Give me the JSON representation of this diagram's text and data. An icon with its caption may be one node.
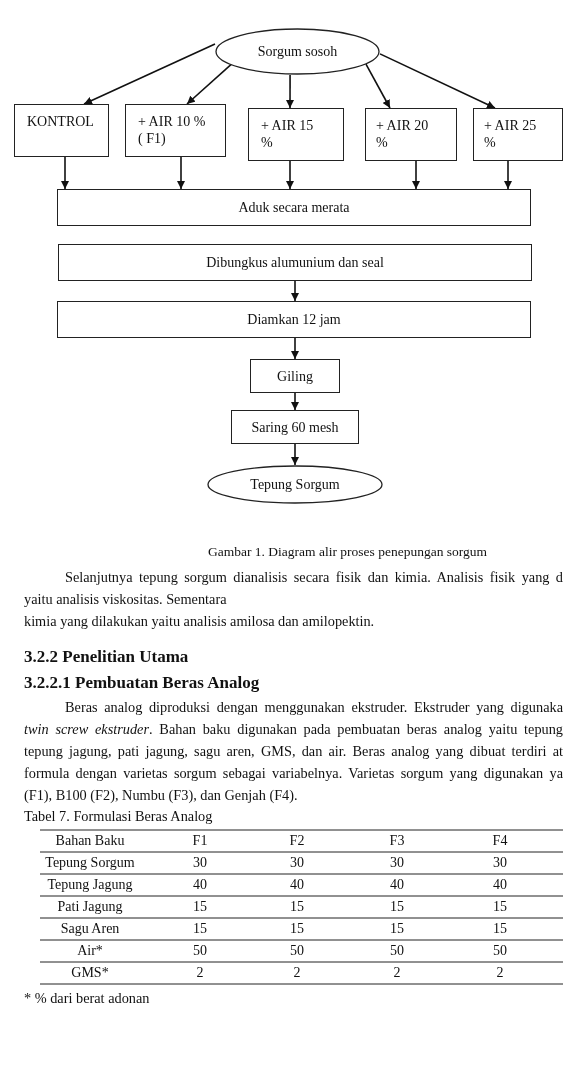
{
  "diagram": {
    "caption": "Gambar 1. Diagram alir proses penepungan sorgum",
    "nodes": [
      {
        "text": [
          "Sorgum sosoh"
        ]
      },
      {
        "text": [
          "KONTROL"
        ]
      },
      {
        "text": [
          "+ AIR 10 % ( F1)"
        ]
      },
      {
        "text": [
          "+ AIR 15 %"
        ]
      },
      {
        "text": [
          "+ AIR 20 %"
        ]
      },
      {
        "text": [
          "+ AIR 25 %"
        ]
      },
      {
        "text": [
          "Aduk secara merata"
        ]
      },
      {
        "text": [
          "Dibungkus alumunium dan seal"
        ]
      },
      {
        "text": [
          "Diamkan 12 jam"
        ]
      },
      {
        "text": [
          "Giling"
        ]
      },
      {
        "text": [
          "Saring 60 mesh"
        ]
      },
      {
        "text": [
          "Tepung Sorgum"
        ]
      }
    ],
    "edges": [
      {
        "from": 0,
        "to": 1,
        "arrow": "to"
      },
      {
        "from": 0,
        "to": 2,
        "arrow": "to"
      },
      {
        "from": 0,
        "to": 3,
        "arrow": "to"
      },
      {
        "from": 0,
        "to": 4,
        "arrow": "to"
      },
      {
        "from": 0,
        "to": 5,
        "arrow": "to"
      },
      {
        "from": 1,
        "to": 6,
        "arrow": "to"
      },
      {
        "from": 2,
        "to": 6,
        "arrow": "to"
      },
      {
        "from": 3,
        "to": 6,
        "arrow": "to"
      },
      {
        "from": 4,
        "to": 6,
        "arrow": "to"
      },
      {
        "from": 5,
        "to": 6,
        "arrow": "to"
      },
      {
        "from": 7,
        "to": 8,
        "arrow": "to"
      },
      {
        "from": 8,
        "to": 9,
        "arrow": "to"
      },
      {
        "from": 9,
        "to": 10,
        "arrow": "to"
      },
      {
        "from": 10,
        "to": 11,
        "arrow": "to"
      }
    ],
    "labels": [
      "Selanjutnya tepung sorgum dianalisis secara fisik dan kimia. Analisis fisik yang d",
      "yaitu analisis viskositas. Sementara",
      "kimia yang dilakukan yaitu analisis amilosa dan amilopektin.",
      "3.2.2 Penelitian Utama",
      "3.2.2.1 Pembuatan Beras Analog",
      "Beras analog diproduksi dengan menggunakan ekstruder. Ekstruder yang digunaka",
      "*twin screw ekstruder*. Bahan baku digunakan pada pembuatan beras analog yaitu tepung",
      "tepung jagung, pati jagung, sagu aren, GMS, dan air. Beras analog yang dibuat terdiri at",
      "formula dengan varietas sorgum sebagai variabelnya. Varietas sorgum yang digunakan ya",
      "(F1), B100 (F2), Numbu (F3), dan Genjah (F4).",
      "Tabel 7. Formulasi Beras Analog",
      "Bahan Baku",
      "F1",
      "F2",
      "F3",
      "F4",
      "Tepung Sorgum",
      "30",
      "30",
      "30",
      "30",
      "Tepung Jagung",
      "40",
      "40",
      "40",
      "40",
      "Pati Jagung",
      "15",
      "15",
      "15",
      "15",
      "Sagu Aren",
      "15",
      "15",
      "15",
      "15",
      "Air*",
      "50",
      "50",
      "50",
      "50",
      "GMS*",
      "2",
      "2",
      "2",
      "2",
      "* % dari berat adonan"
    ]
  }
}
